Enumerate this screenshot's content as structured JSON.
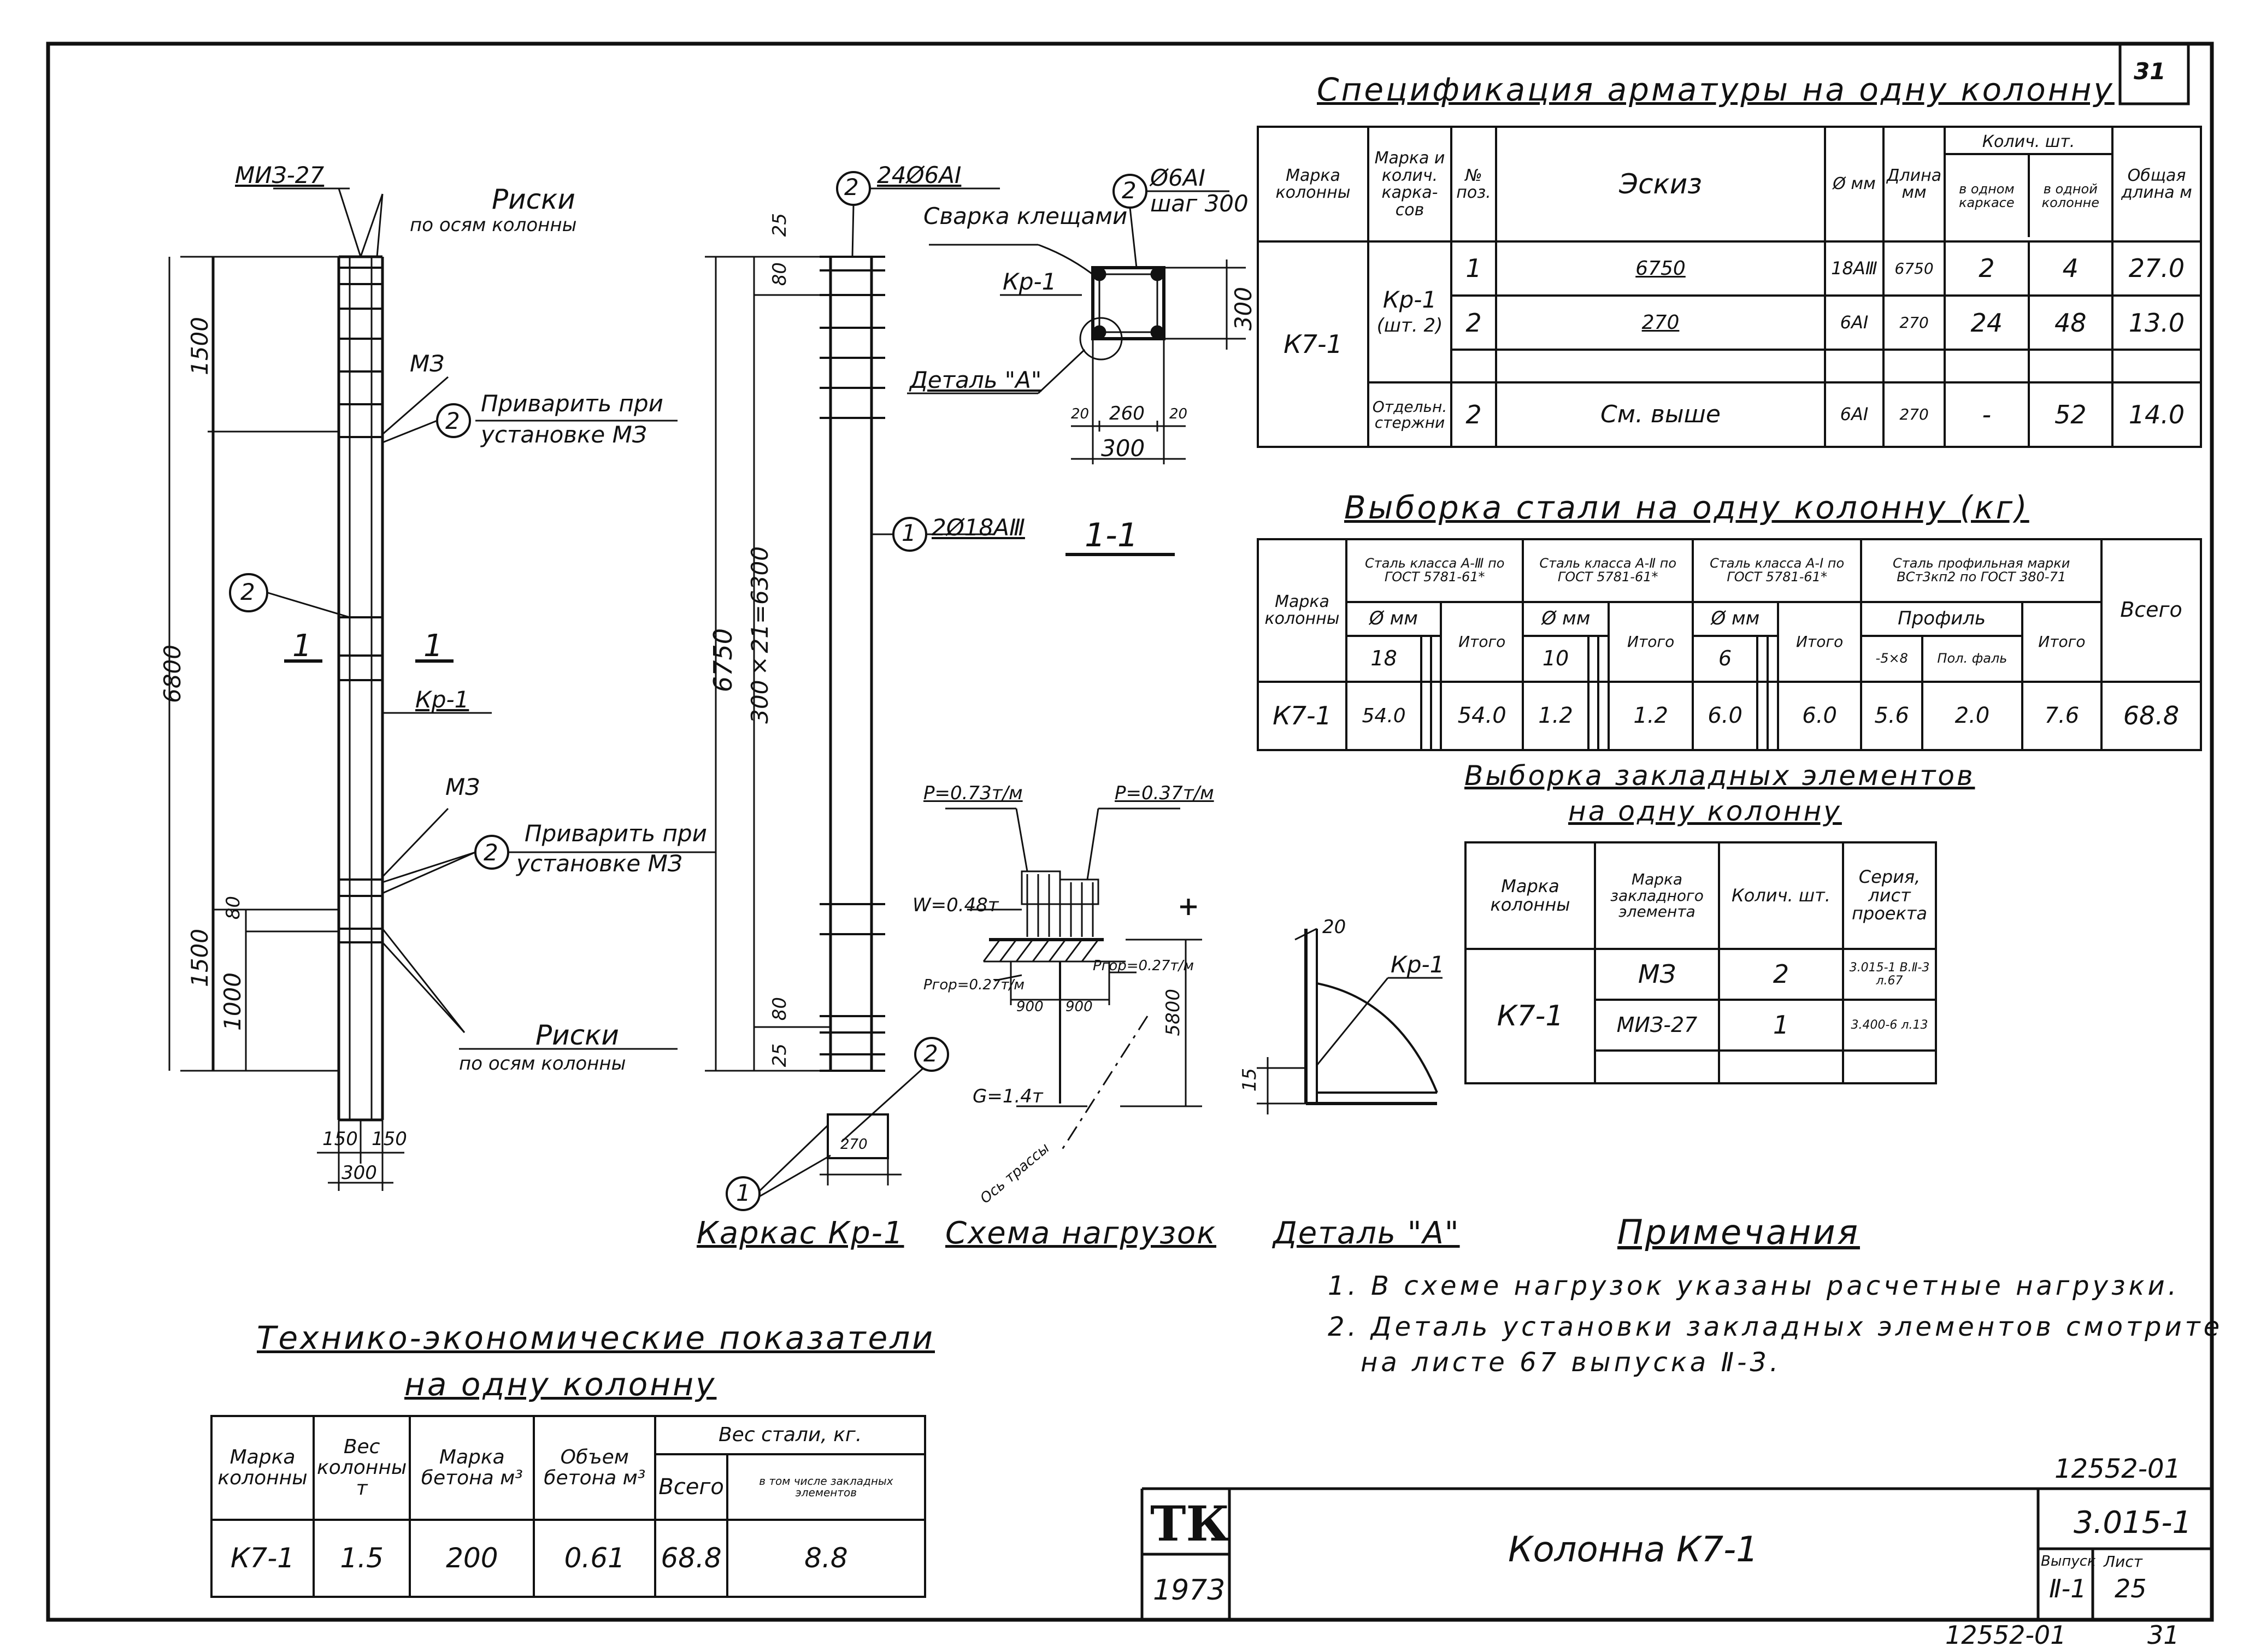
{
  "sheet_no": "31",
  "spec": {
    "title": "Спецификация арматуры на одну колонну",
    "headers": [
      "Марка колонны",
      "Марка и колич. карка-сов",
      "№ поз.",
      "Эскиз",
      "Ø мм",
      "Длина мм",
      "Колич. шт.",
      "Общая длина м"
    ],
    "sub_headers": [
      "в одном каркасе",
      "в одной колонне"
    ],
    "column_mark": "К7-1",
    "frame": "Кр-1",
    "frame_qty": "(шт. 2)",
    "rows": [
      {
        "pos": "1",
        "sketch": "6750",
        "dia": "18AⅢ",
        "len": "6750",
        "q1": "2",
        "q2": "4",
        "total": "27.0"
      },
      {
        "pos": "2",
        "sketch": "270",
        "dia": "6AⅠ",
        "len": "270",
        "q1": "24",
        "q2": "48",
        "total": "13.0"
      }
    ],
    "separate": {
      "label": "Отдельн. стержни",
      "pos": "2",
      "sketch": "См. выше",
      "dia": "6AⅠ",
      "len": "270",
      "q1": "-",
      "q2": "52",
      "total": "14.0"
    }
  },
  "steel": {
    "title": "Выборка стали на одну колонну (кг)",
    "groups": [
      "Сталь класса А-Ⅲ по ГОСТ 5781-61*",
      "Сталь класса А-Ⅱ по ГОСТ 5781-61*",
      "Сталь класса А-Ⅰ по ГОСТ 5781-61*",
      "Сталь профильная марки ВСт3кп2 по ГОСТ 380-71"
    ],
    "h_mark": "Марка колонны",
    "h_dia": "Ø мм",
    "h_profile": "Профиль",
    "h_total": "Итого",
    "h_all": "Всего",
    "dias": [
      "18",
      "10",
      "6"
    ],
    "profiles": [
      "-5×8",
      "Пол. фаль"
    ],
    "row": {
      "mark": "К7-1",
      "a3_18": "54.0",
      "a3_total": "54.0",
      "a2_10": "1.2",
      "a2_total": "1.2",
      "a1_6": "6.0",
      "a1_total": "6.0",
      "p1": "5.6",
      "p2": "2.0",
      "p_total": "7.6",
      "all": "68.8"
    }
  },
  "embedded": {
    "title1": "Выборка закладных элементов",
    "title2": "на одну колонну",
    "headers": [
      "Марка колонны",
      "Марка закладного элемента",
      "Колич. шт.",
      "Серия, лист проекта"
    ],
    "mark": "К7-1",
    "rows": [
      {
        "elem": "МЗ",
        "qty": "2",
        "series": "3.015-1 В.Ⅱ-3 л.67"
      },
      {
        "elem": "МИЗ-27",
        "qty": "1",
        "series": "3.400-6 л.13"
      }
    ]
  },
  "tep": {
    "title1": "Технико-экономические показатели",
    "title2": "на одну колонну",
    "headers": [
      "Марка колонны",
      "Вес колонны т",
      "Марка бетона м³",
      "Объем бетона м³",
      "Вес стали, кг."
    ],
    "sub": [
      "Всего",
      "в том числе закладных элементов"
    ],
    "row": {
      "mark": "К7-1",
      "weight": "1.5",
      "grade": "200",
      "volume": "0.61",
      "steel_all": "68.8",
      "steel_emb": "8.8"
    }
  },
  "notes": {
    "title": "Примечания",
    "items": [
      "1. В схеме нагрузок указаны расчетные нагрузки.",
      "2. Деталь установки закладных элементов смотрите",
      "на листе 67 выпуска Ⅱ-3."
    ]
  },
  "stamp": {
    "logo": "ТК",
    "year": "1973",
    "title": "Колонна К7-1",
    "series": "3.015-1",
    "vyp_label": "Выпуск",
    "vyp": "Ⅱ-1",
    "list_label": "Лист",
    "list": "25",
    "code_top": "12552-01",
    "code_bottom": "12552-01",
    "page_right": "31"
  },
  "drawing": {
    "miz": "МИЗ-27",
    "riski1": "Риски",
    "riski1b": "по осям колонны",
    "mz": "МЗ",
    "weld1": "Приварить при",
    "weld1b": "установке МЗ",
    "cut": "1",
    "kr1": "Кр-1",
    "dim_6800": "6800",
    "dim_1500a": "1500",
    "dim_1500b": "1500",
    "dim_1000": "1000",
    "dim_80": "80",
    "dim_150a": "150",
    "dim_150b": "150",
    "dim_300": "300",
    "bar2": "24Ø6AⅠ",
    "bar1": "2Ø18AⅢ",
    "dim_6750": "6750",
    "dim_6300": "300×21=6300",
    "dim_25": "25",
    "dim_80b": "80",
    "dim_270": "270",
    "weld_clamp": "Сварка клещами",
    "stirrup": "Ø6AⅠ",
    "stirrup2": "шаг 300",
    "detail_a": "Деталь \"А\"",
    "sec_dim300": "300",
    "sec_dim260": "260",
    "sec_20": "20",
    "sec_title": "1-1",
    "load_p1": "P=0.73т/м",
    "load_p2": "P=0.37т/м",
    "load_w": "W=0.48т",
    "load_pg1": "Pгор=0.27т/м",
    "load_pg2": "Pгор=0.27т/м",
    "load_g": "G=1.4т",
    "load_900a": "900",
    "load_900b": "900",
    "load_5800": "5800",
    "axis": "Ось трассы",
    "det_20": "20",
    "det_15": "15",
    "cap_frame": "Каркас Кр-1",
    "cap_load": "Схема нагрузок",
    "cap_det": "Деталь \"А\""
  }
}
